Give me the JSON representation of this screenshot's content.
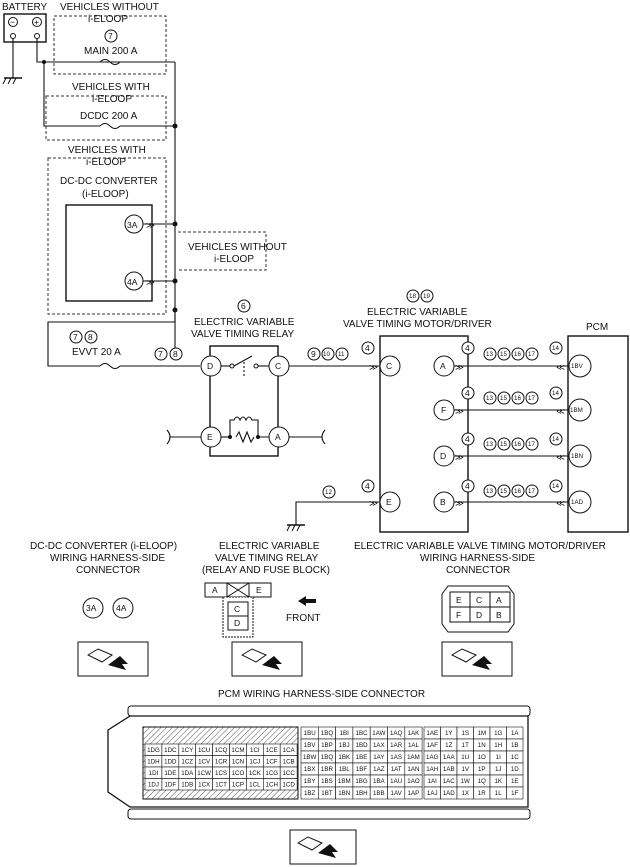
{
  "labels": {
    "battery": "BATTERY",
    "veh_without_1": "VEHICLES WITHOUT",
    "ieloop_1": "i-ELOOP",
    "ref_main": "7",
    "main_fuse": "MAIN 200 A",
    "veh_with_1": "VEHICLES WITH",
    "ieloop_2": "i-ELOOP",
    "dcdc_fuse": "DCDC 200 A",
    "veh_with_2": "VEHICLES WITH",
    "ieloop_3": "i-ELOOP",
    "dcdc_conv": "DC-DC CONVERTER",
    "dcdc_conv_paren": "(i-ELOOP)",
    "veh_without_2": "VEHICLES WITHOUT",
    "ieloop_4": "i-ELOOP",
    "evvt_fuse": "EVVT 20 A",
    "relay_ref": "6",
    "relay_title_1": "ELECTRIC VARIABLE",
    "relay_title_2": "VALVE TIMING RELAY",
    "motor_ref_a": "18",
    "motor_ref_b": "19",
    "motor_title_1": "ELECTRIC VARIABLE",
    "motor_title_2": "VALVE TIMING MOTOR/DRIVER",
    "pcm": "PCM",
    "plus": "+",
    "minus": "−"
  },
  "refs": {
    "fuse_a": "7",
    "fuse_b": "8",
    "rel_a": "7",
    "rel_b": "8",
    "relc_a": "9",
    "relc_b": "10",
    "relc_c": "11",
    "gnd": "12",
    "four": "4",
    "p13": "13",
    "p15": "15",
    "p16": "16",
    "p17": "17",
    "p14": "14"
  },
  "relay_pins": {
    "d": "D",
    "c": "C",
    "e": "E",
    "a": "A"
  },
  "motor_pins": {
    "c": "C",
    "e": "E",
    "a": "A",
    "f": "F",
    "d": "D",
    "b": "B"
  },
  "pcm_pins": {
    "p1": "1BV",
    "p2": "1BM",
    "p3": "1BN",
    "p4": "1AD"
  },
  "dcdc_pins": {
    "a": "3A",
    "b": "4A"
  },
  "connectors": {
    "dcdc_title_1": "DC-DC CONVERTER (i-ELOOP)",
    "dcdc_title_2": "WIRING HARNESS-SIDE",
    "dcdc_title_3": "CONNECTOR",
    "relay_title_1": "ELECTRIC VARIABLE",
    "relay_title_2": "VALVE TIMING RELAY",
    "relay_title_3": "(RELAY AND FUSE BLOCK)",
    "motor_title_1": "ELECTRIC VARIABLE VALVE TIMING MOTOR/DRIVER",
    "motor_title_2": "WIRING HARNESS-SIDE",
    "motor_title_3": "CONNECTOR",
    "front": "FRONT",
    "relay_cells": {
      "a": "A",
      "e": "E",
      "c": "C",
      "d": "D"
    },
    "motor_cells": {
      "e": "E",
      "c": "C",
      "a": "A",
      "f": "F",
      "d": "D",
      "b": "B"
    },
    "pcm_title": "PCM WIRING HARNESS-SIDE CONNECTOR"
  },
  "pcm_grid_left": [
    [
      "1DG",
      "1DC",
      "1CY",
      "1CU",
      "1CQ",
      "1CM",
      "1CI",
      "1CE",
      "1CA"
    ],
    [
      "1DH",
      "1DD",
      "1CZ",
      "1CV",
      "1CR",
      "1CN",
      "1CJ",
      "1CF",
      "1CB"
    ],
    [
      "1DI",
      "1DE",
      "1DA",
      "1CW",
      "1CS",
      "1CO",
      "1CK",
      "1CG",
      "1CC"
    ],
    [
      "1DJ",
      "1DF",
      "1DB",
      "1CX",
      "1CT",
      "1CP",
      "1CL",
      "1CH",
      "1CD"
    ]
  ],
  "pcm_grid_mid": [
    [
      "1BU",
      "1BQ",
      "1BI",
      "1BC",
      "1AW",
      "1AQ",
      "1AK"
    ],
    [
      "1BV",
      "1BP",
      "1BJ",
      "1BD",
      "1AX",
      "1AR",
      "1AL"
    ],
    [
      "1BW",
      "1BQ",
      "1BK",
      "1BE",
      "1AY",
      "1AS",
      "1AM"
    ],
    [
      "1BX",
      "1BR",
      "1BL",
      "1BF",
      "1AZ",
      "1AT",
      "1AN"
    ],
    [
      "1BY",
      "1BS",
      "1BM",
      "1BG",
      "1BA",
      "1AU",
      "1AO"
    ],
    [
      "1BZ",
      "1BT",
      "1BN",
      "1BH",
      "1BB",
      "1AV",
      "1AP"
    ]
  ],
  "pcm_grid_right": [
    [
      "1AE",
      "1Y",
      "1S",
      "1M",
      "1G",
      "1A"
    ],
    [
      "1AF",
      "1Z",
      "1T",
      "1N",
      "1H",
      "1B"
    ],
    [
      "1AG",
      "1AA",
      "1U",
      "1O",
      "1I",
      "1C"
    ],
    [
      "1AH",
      "1AB",
      "1V",
      "1P",
      "1J",
      "1D"
    ],
    [
      "1AI",
      "1AC",
      "1W",
      "1Q",
      "1K",
      "1E"
    ],
    [
      "1AJ",
      "1AD",
      "1X",
      "1R",
      "1L",
      "1F"
    ]
  ]
}
